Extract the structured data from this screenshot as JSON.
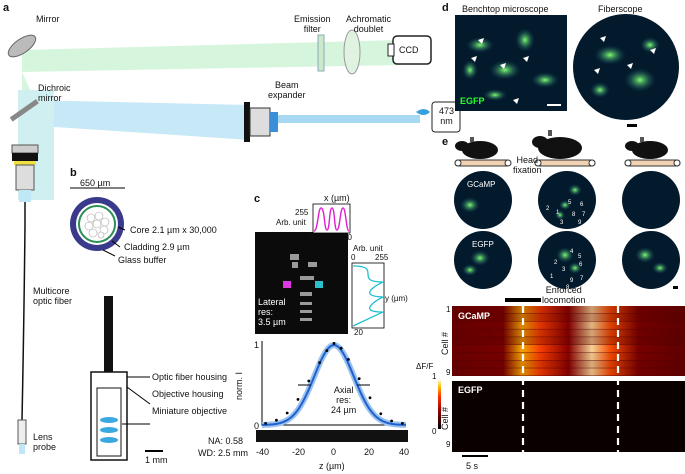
{
  "panels": {
    "a": "a",
    "b": "b",
    "c": "c",
    "d": "d",
    "e": "e"
  },
  "a": {
    "mirror": "Mirror",
    "emission_filter": [
      "Emission",
      "filter"
    ],
    "achromatic_doublet": [
      "Achromatic",
      "doublet"
    ],
    "ccd": "CCD",
    "dichroic": [
      "Dichroic",
      "mirror"
    ],
    "beam_expander": [
      "Beam",
      "expander"
    ],
    "laser": [
      "473",
      "nm"
    ],
    "multicore": [
      "Multicore",
      "optic fiber"
    ],
    "lens_probe": [
      "Lens",
      "probe"
    ]
  },
  "b": {
    "diameter": "650 µm",
    "core": "Core 2.1 µm x 30,000",
    "cladding": "Cladding 2.9 µm",
    "glass_buffer": "Glass buffer",
    "fiber_housing": "Optic fiber housing",
    "objective_housing": "Objective housing",
    "miniature_objective": "Miniature objective",
    "na": "NA: 0.58",
    "wd": "WD: 2.5 mm",
    "scale": "1 mm"
  },
  "c": {
    "x_axis_label": "x (µm)",
    "arb_unit": "Arb. unit",
    "x_tick_top": "255",
    "x_tick_0": "0",
    "x_tick_20": "20",
    "y_axis_label": "y (µm)",
    "y_tick_0": "0",
    "y_tick_255": "255",
    "y_tick_20": "20",
    "lateral": [
      "Lateral",
      "res:",
      "3.5 µm"
    ],
    "axial": [
      "Axial",
      "res:",
      "24 µm"
    ],
    "ylabel": "norm. I",
    "xlabel": "z (µm)",
    "y_ticks": [
      "1",
      "0"
    ],
    "x_ticks": [
      "-40",
      "-20",
      "0",
      "20",
      "40"
    ]
  },
  "d": {
    "benchtop": "Benchtop microscope",
    "fiberscope": "Fiberscope",
    "egfp": "EGFP"
  },
  "e": {
    "head_fixation": [
      "Head",
      "fixation"
    ],
    "gcamp": "GCaMP",
    "egfp": "EGFP",
    "enforced": [
      "Enforced",
      "locomotion"
    ],
    "heat_gcamp": "GCaMP",
    "heat_egfp": "EGFP",
    "cell_label": "Cell #",
    "row_top": "1",
    "row_bottom": "9",
    "dff": "ΔF/F",
    "cb_top": "1",
    "cb_bottom": "0",
    "scale": "5 s",
    "cell_numbers_mid": [
      "2",
      "1",
      "3",
      "5",
      "8",
      "6",
      "7",
      "9"
    ],
    "cell_numbers_bot": [
      "4",
      "5",
      "6",
      "2",
      "3",
      "1",
      "9",
      "7",
      "8"
    ]
  },
  "chart_data": [
    {
      "type": "line",
      "title": "",
      "xlabel": "z (µm)",
      "ylabel": "norm. I",
      "xlim": [
        -40,
        40
      ],
      "ylim": [
        0,
        1
      ],
      "series": [
        {
          "name": "fit",
          "x": [
            -40,
            -30,
            -20,
            -10,
            0,
            10,
            20,
            30,
            40
          ],
          "values": [
            0.03,
            0.1,
            0.35,
            0.8,
            1.0,
            0.8,
            0.35,
            0.1,
            0.03
          ]
        },
        {
          "name": "data",
          "x": [
            -38,
            -32,
            -26,
            -20,
            -14,
            -8,
            -4,
            0,
            4,
            8,
            14,
            20,
            26,
            32,
            38
          ],
          "values": [
            0.02,
            0.06,
            0.15,
            0.32,
            0.55,
            0.78,
            0.93,
            1.02,
            0.96,
            0.82,
            0.58,
            0.34,
            0.14,
            0.05,
            0.02
          ]
        }
      ]
    },
    {
      "type": "line",
      "xlabel": "x (µm)",
      "ylabel": "Arb. unit",
      "xlim": [
        0,
        20
      ],
      "ylim": [
        0,
        255
      ],
      "series": [
        {
          "values": [
            20,
            230,
            30,
            230,
            30,
            230,
            20
          ]
        }
      ]
    },
    {
      "type": "heatmap",
      "rows": 9,
      "colorbar_label": "ΔF/F",
      "colorbar_range": [
        0,
        1
      ],
      "gcamp_rows": [
        0.55,
        0.45,
        0.7,
        0.6,
        0.5,
        0.9,
        0.8,
        0.65,
        0.7
      ],
      "egfp_rows": [
        0,
        0,
        0,
        0,
        0,
        0,
        0,
        0,
        0
      ]
    }
  ]
}
